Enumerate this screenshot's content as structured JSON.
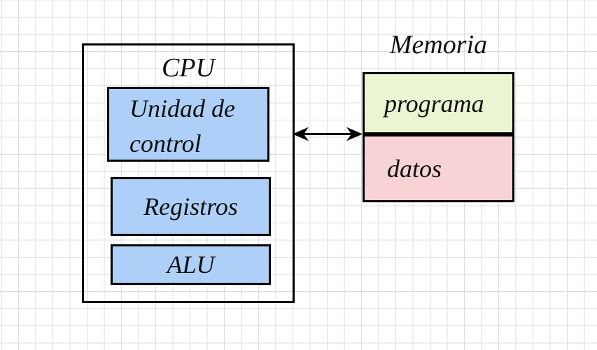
{
  "diagram": {
    "type": "block-diagram",
    "cpu": {
      "title": "CPU",
      "units": [
        {
          "id": "unidad-de-control",
          "label": "Unidad de control"
        },
        {
          "id": "registros",
          "label": "Registros"
        },
        {
          "id": "alu",
          "label": "ALU"
        }
      ]
    },
    "memory": {
      "title": "Memoria",
      "segments": [
        {
          "id": "programa",
          "label": "programa"
        },
        {
          "id": "datos",
          "label": "datos"
        }
      ]
    },
    "connector": {
      "kind": "bidirectional-arrow",
      "from": "cpu",
      "to": "memoria"
    }
  },
  "colors": {
    "grid": "#dcdcdc",
    "stroke": "#000000",
    "cpu_unit_fill": "#aed0f8",
    "program_fill": "#eaf5d2",
    "data_fill": "#f8d3d6",
    "text": "#111111"
  }
}
